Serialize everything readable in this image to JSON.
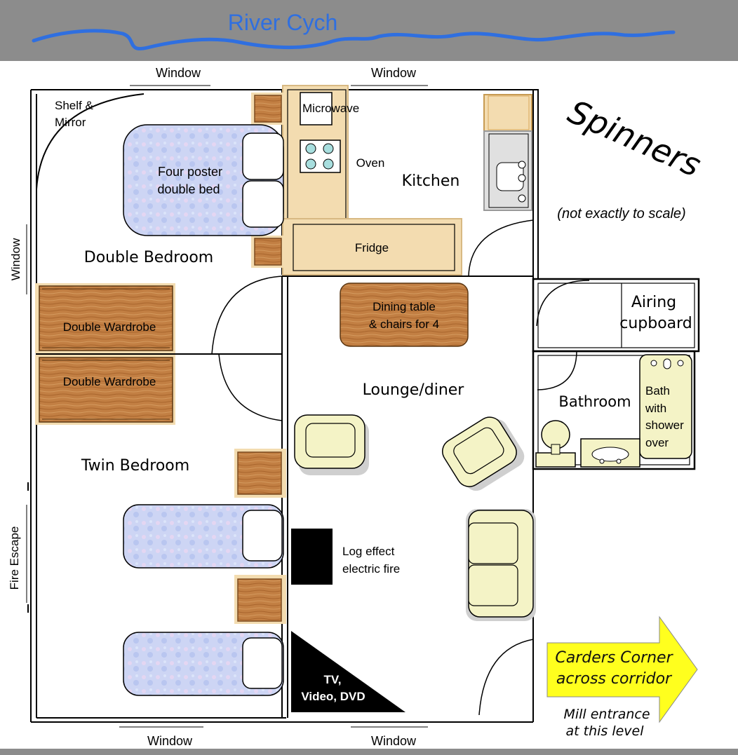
{
  "title": "River Cych",
  "brand": "Spinners",
  "scale_note": "(not exactly to scale)",
  "windows": {
    "top_left": "Window",
    "top_right": "Window",
    "left": "Window",
    "bottom_left": "Window",
    "bottom_right": "Window"
  },
  "rooms": {
    "double_bedroom": "Double Bedroom",
    "twin_bedroom": "Twin Bedroom",
    "kitchen": "Kitchen",
    "lounge": "Lounge/diner",
    "bathroom": "Bathroom",
    "airing_line1": "Airing",
    "airing_line2": "cupboard"
  },
  "furniture": {
    "shelf_line1": "Shelf &",
    "shelf_line2": "Mirror",
    "bed_line1": "Four poster",
    "bed_line2": "double bed",
    "microwave": "Microwave",
    "oven": "Oven",
    "fridge": "Fridge",
    "dining_line1": "Dining table",
    "dining_line2": "& chairs for 4",
    "wardrobe1": "Double Wardrobe",
    "wardrobe2": "Double Wardrobe",
    "fire_line1": "Log effect",
    "fire_line2": "electric fire",
    "tv_line1": "TV,",
    "tv_line2": "Video, DVD",
    "bath_line1": "Bath",
    "bath_line2": "with",
    "bath_line3": "shower",
    "bath_line4": "over"
  },
  "fire_escape": "Fire Escape",
  "exit": {
    "line1": "Carders Corner",
    "line2": "across corridor",
    "note_line1": "Mill entrance",
    "note_line2": "at this level"
  },
  "colors": {
    "banner": "#8c8c8c",
    "river": "#2f6fe0",
    "wood": "#c88447",
    "wood_dark": "#7a4a1f",
    "counter": "#f3dcb0",
    "bed": "#c9d2f2",
    "sofa": "#f4f3c6",
    "arrow": "#ffff1e"
  }
}
